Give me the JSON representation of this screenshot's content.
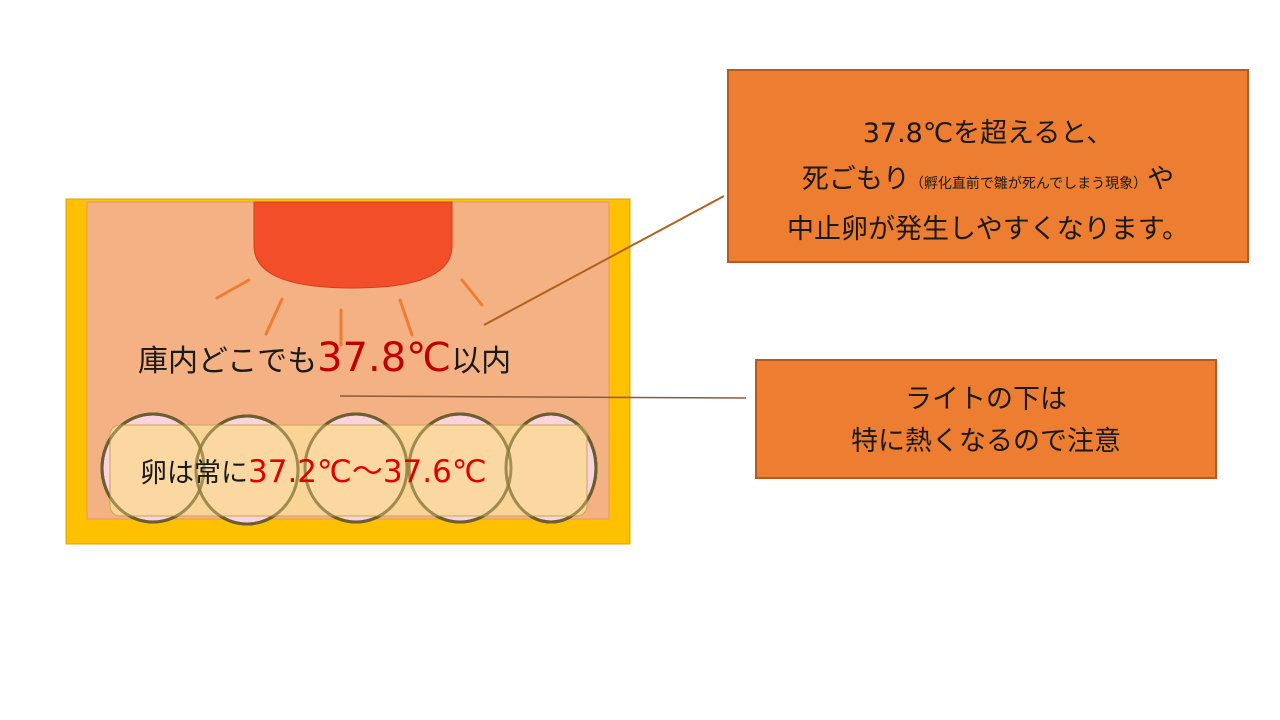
{
  "main_label": {
    "prefix": "庫内どこでも",
    "temp": "37.8℃",
    "suffix": "以内"
  },
  "egg_label": {
    "prefix": "卵は常に",
    "temp": "37.2℃～37.6℃"
  },
  "callout_top": {
    "line1": "37.8℃を超えると、",
    "line2_main": "死ごもり",
    "line2_note": "（孵化直前で雛が死んでしまう現象）",
    "line2_end": "や",
    "line3": "中止卵が発生しやすくなります。"
  },
  "callout_mid": {
    "line1": "ライトの下は",
    "line2": "特に熱くなるので注意"
  },
  "colors": {
    "incubator_frame": "#ffc000",
    "incubator_inner": "#f4b183",
    "lamp": "#f24e2a",
    "light_rays": "#ed7d31",
    "egg_fill": "#fbd3dc",
    "egg_tray": "#fbd89a",
    "callout_fill": "#ed7d31",
    "highlight_red": "#c00000"
  },
  "icons": [
    "heat-lamp-icon",
    "light-ray-icon",
    "egg-icon"
  ]
}
